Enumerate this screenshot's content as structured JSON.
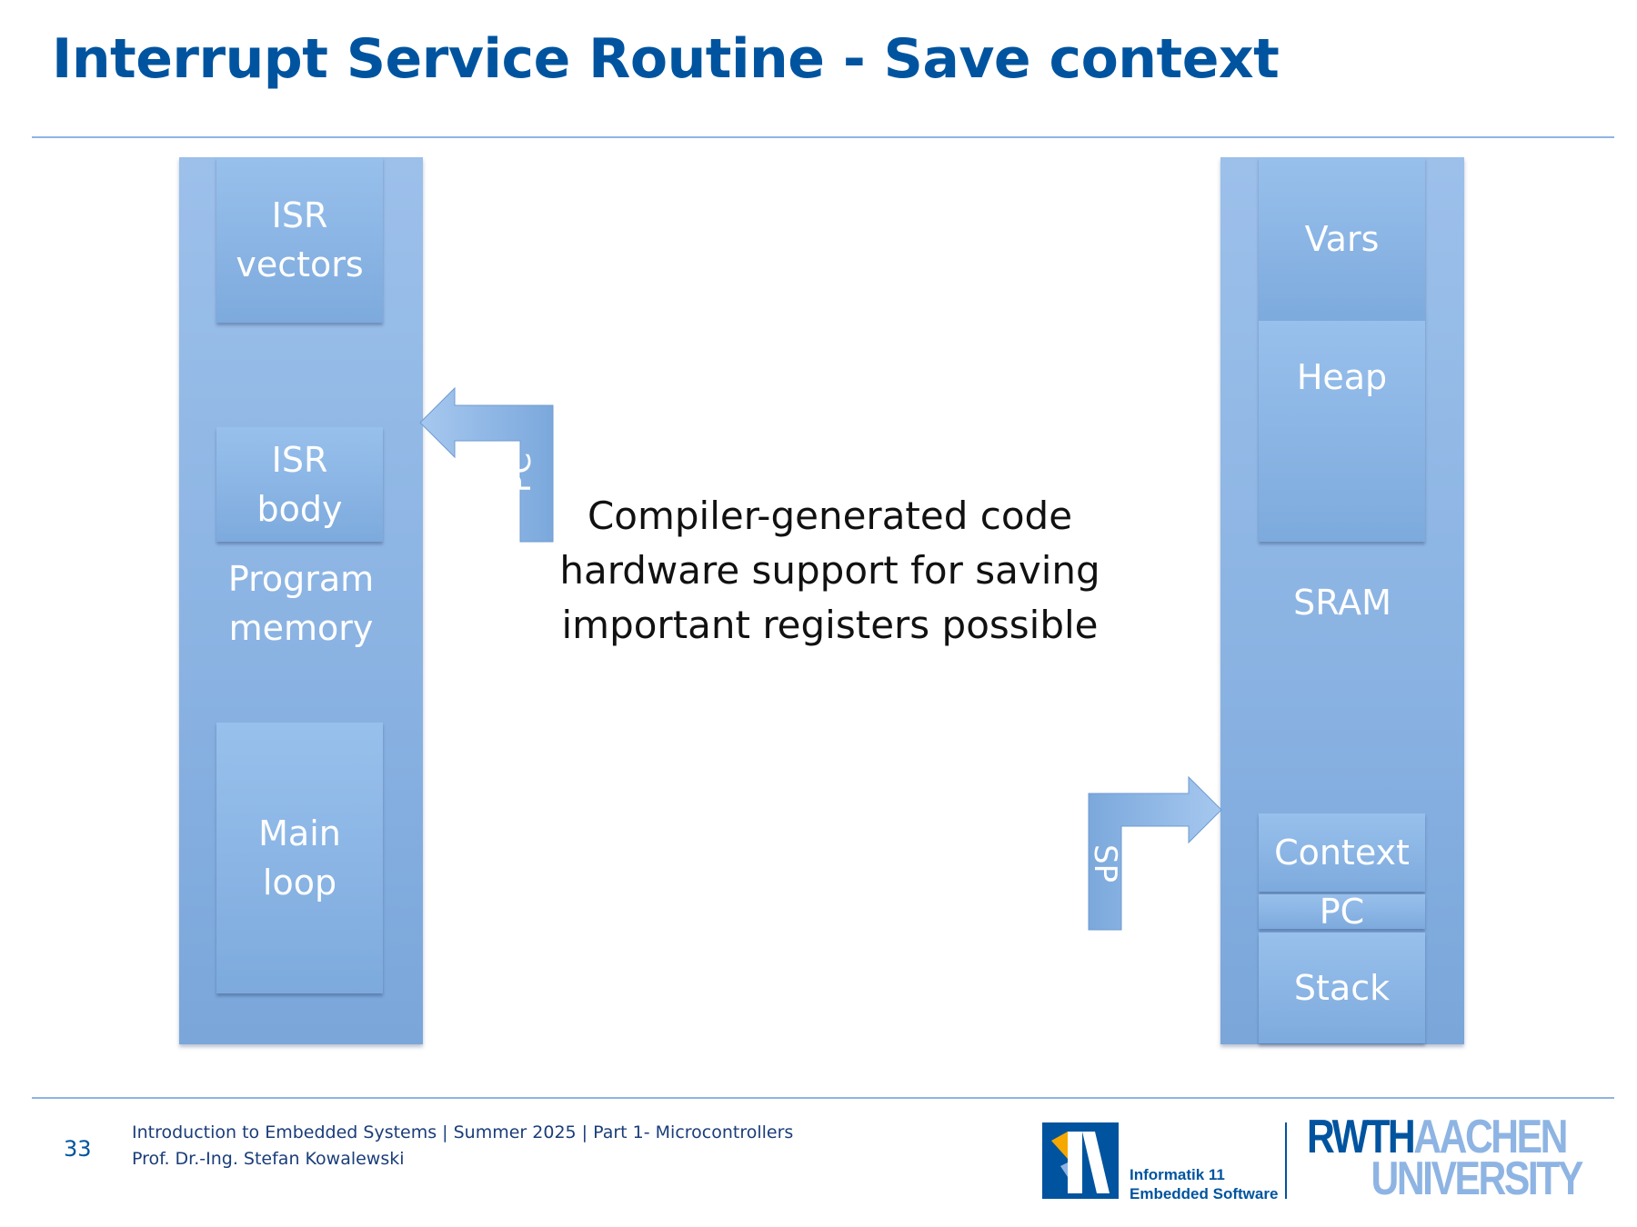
{
  "slide": {
    "title": "Interrupt Service Routine - Save context",
    "center_text": [
      "Compiler-generated code",
      "hardware support for saving",
      "important registers possible"
    ]
  },
  "program_memory": {
    "label": [
      "Program",
      "memory"
    ],
    "blocks": {
      "isr_vectors": [
        "ISR",
        "vectors"
      ],
      "isr_body": [
        "ISR",
        "body"
      ],
      "main_loop": [
        "Main",
        "loop"
      ]
    },
    "pointer_label": "PC"
  },
  "sram": {
    "label": "SRAM",
    "blocks": {
      "vars": "Vars",
      "heap": "Heap",
      "context": "Context",
      "pc": "PC",
      "stack": "Stack"
    },
    "pointer_label": "SP"
  },
  "footer": {
    "page_number": "33",
    "course_line": "Introduction to Embedded Systems | Summer 2025 | Part 1- Microcontrollers",
    "author_line": "Prof. Dr.-Ing. Stefan Kowalewski",
    "logo_i11_line1": "Informatik 11",
    "logo_i11_line2": "Embedded Software",
    "logo_rwth": "RWTH",
    "logo_aachen": "AACHEN",
    "logo_university": "UNIVERSITY"
  },
  "colors": {
    "title": "#00549f",
    "block": "#8eb4e3",
    "rule": "#8eb4e3"
  }
}
